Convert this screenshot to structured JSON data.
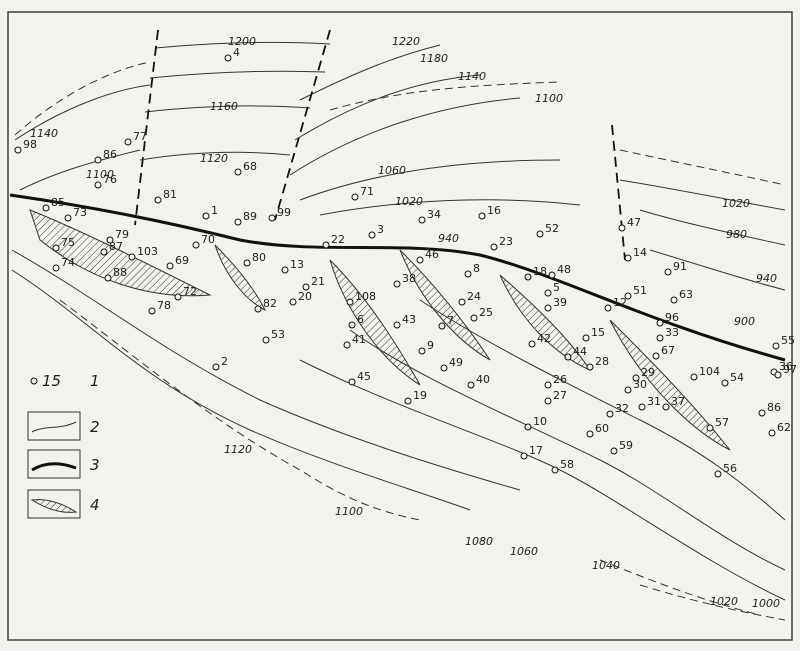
{
  "contour_labels": [
    "1200",
    "1220",
    "1180",
    "1140",
    "1100",
    "1160",
    "1140",
    "1120",
    "1100",
    "1060",
    "1020",
    "940",
    "1020",
    "980",
    "940",
    "900",
    "1120",
    "1100",
    "1080",
    "1060",
    "1040",
    "1020",
    "1000"
  ],
  "wells": [
    "98",
    "4",
    "77",
    "86",
    "76",
    "68",
    "81",
    "71",
    "85",
    "73",
    "1",
    "89",
    "99",
    "22",
    "3",
    "34",
    "16",
    "52",
    "47",
    "14",
    "91",
    "79",
    "70",
    "75",
    "87",
    "103",
    "69",
    "74",
    "88",
    "72",
    "78",
    "80",
    "13",
    "21",
    "20",
    "82",
    "53",
    "2",
    "46",
    "8",
    "38",
    "108",
    "6",
    "43",
    "41",
    "45",
    "19",
    "9",
    "7",
    "49",
    "40",
    "24",
    "25",
    "23",
    "18",
    "48",
    "5",
    "39",
    "42",
    "44",
    "26",
    "27",
    "15",
    "12",
    "28",
    "30",
    "32",
    "29",
    "10",
    "60",
    "59",
    "17",
    "58",
    "51",
    "63",
    "96",
    "33",
    "67",
    "104",
    "54",
    "31",
    "37",
    "57",
    "56",
    "55",
    "36",
    "97",
    "86",
    "62"
  ],
  "legend": [
    {
      "num": "1",
      "sample": "15"
    },
    {
      "num": "2",
      "sample": ""
    },
    {
      "num": "3",
      "sample": ""
    },
    {
      "num": "4",
      "sample": ""
    }
  ]
}
